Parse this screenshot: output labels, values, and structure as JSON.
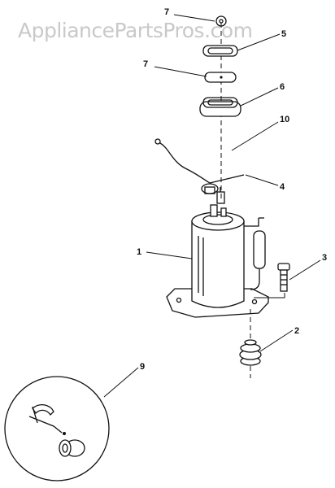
{
  "watermark": "AppliancePartsPros.com",
  "callouts": {
    "c1": "1",
    "c2": "2",
    "c3": "3",
    "c4": "4",
    "c5": "5",
    "c6": "6",
    "c7a": "7",
    "c7b": "7",
    "c9": "9",
    "c10": "10"
  }
}
